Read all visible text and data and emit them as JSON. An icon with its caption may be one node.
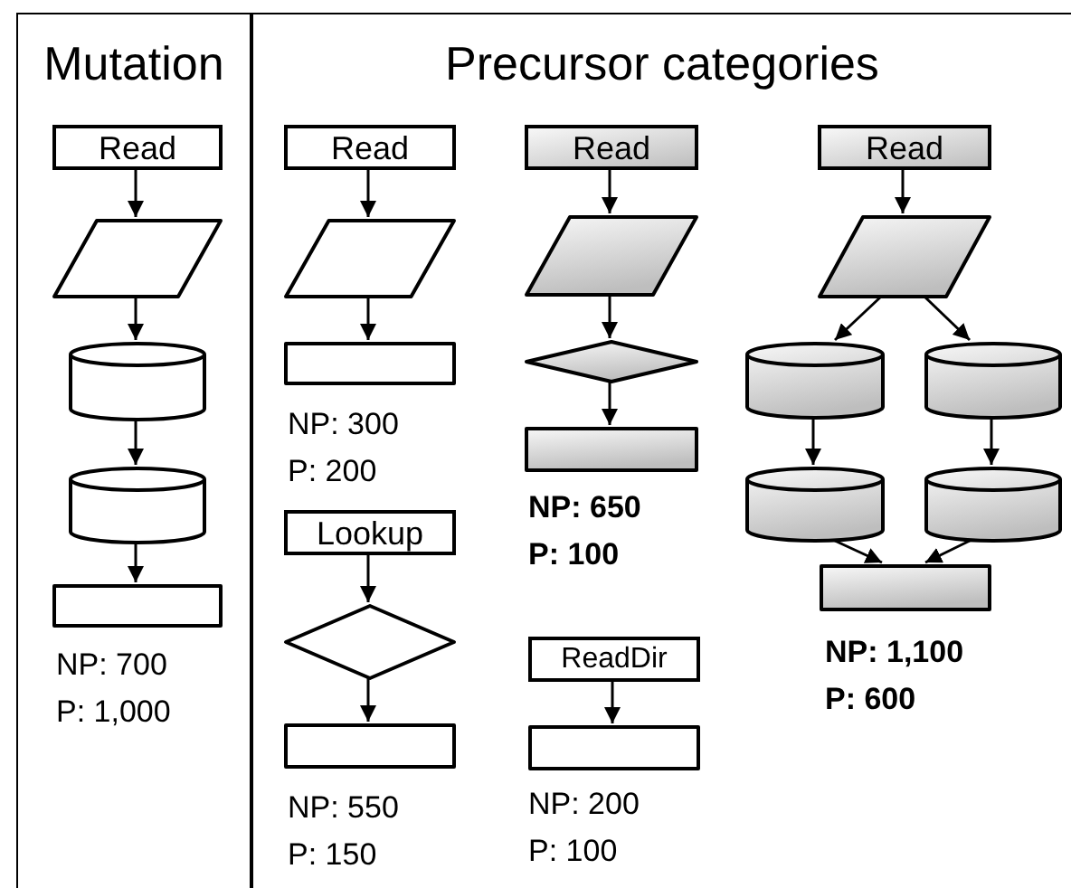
{
  "diagram": {
    "nodes": [
      {
        "text": [
          "Mutation"
        ]
      },
      {
        "text": [
          "Precursor categories"
        ]
      },
      {
        "text": [
          "Read"
        ],
        "in": 0
      },
      {
        "text": [],
        "shape": "parallelogram",
        "in": 0
      },
      {
        "text": [],
        "shape": "cylinder",
        "in": 0
      },
      {
        "text": [],
        "shape": "cylinder",
        "in": 0
      },
      {
        "text": [],
        "shape": "box",
        "in": 0,
        "beside": [
          "NP: 700",
          "P: 1,000"
        ]
      },
      {
        "text": [
          "Read"
        ],
        "in": 1
      },
      {
        "text": [],
        "shape": "parallelogram",
        "in": 1
      },
      {
        "text": [],
        "shape": "box",
        "in": 1,
        "beside": [
          "NP: 300",
          "P: 200"
        ]
      },
      {
        "text": [
          "Lookup"
        ],
        "in": 1
      },
      {
        "text": [],
        "shape": "diamond",
        "in": 1
      },
      {
        "text": [],
        "shape": "box",
        "in": 1,
        "beside": [
          "NP: 550",
          "P: 150"
        ]
      },
      {
        "text": [
          "Read"
        ],
        "in": 1
      },
      {
        "text": [],
        "shape": "parallelogram",
        "in": 1
      },
      {
        "text": [],
        "shape": "diamond",
        "in": 1
      },
      {
        "text": [],
        "shape": "box",
        "in": 1,
        "beside": [
          "NP: 650",
          "P: 100"
        ]
      },
      {
        "text": [
          "ReadDir"
        ],
        "in": 1
      },
      {
        "text": [],
        "shape": "box",
        "in": 1,
        "beside": [
          "NP: 200",
          "P: 100"
        ]
      },
      {
        "text": [
          "Read"
        ],
        "in": 1
      },
      {
        "text": [],
        "shape": "parallelogram",
        "in": 1
      },
      {
        "text": [],
        "shape": "cylinder",
        "in": 1
      },
      {
        "text": [],
        "shape": "cylinder",
        "in": 1
      },
      {
        "text": [],
        "shape": "cylinder",
        "in": 1
      },
      {
        "text": [],
        "shape": "cylinder",
        "in": 1
      },
      {
        "text": [],
        "shape": "box",
        "in": 1,
        "beside": [
          "NP: 1,100",
          "P: 600"
        ]
      }
    ],
    "edges": [
      {
        "from": 2,
        "to": 3,
        "arrow": "to"
      },
      {
        "from": 3,
        "to": 4,
        "arrow": "to"
      },
      {
        "from": 4,
        "to": 5,
        "arrow": "to"
      },
      {
        "from": 5,
        "to": 6,
        "arrow": "to"
      },
      {
        "from": 7,
        "to": 8,
        "arrow": "to"
      },
      {
        "from": 8,
        "to": 9,
        "arrow": "to"
      },
      {
        "from": 10,
        "to": 11,
        "arrow": "to"
      },
      {
        "from": 11,
        "to": 12,
        "arrow": "to"
      },
      {
        "from": 13,
        "to": 14,
        "arrow": "to"
      },
      {
        "from": 14,
        "to": 15,
        "arrow": "to"
      },
      {
        "from": 15,
        "to": 16,
        "arrow": "to"
      },
      {
        "from": 17,
        "to": 18,
        "arrow": "to"
      },
      {
        "from": 19,
        "to": 20,
        "arrow": "to"
      },
      {
        "from": 20,
        "to": 21,
        "arrow": "to"
      },
      {
        "from": 20,
        "to": 22,
        "arrow": "to"
      },
      {
        "from": 21,
        "to": 23,
        "arrow": "to"
      },
      {
        "from": 22,
        "to": 24,
        "arrow": "to"
      },
      {
        "from": 23,
        "to": 25,
        "arrow": "to"
      },
      {
        "from": 24,
        "to": 25,
        "arrow": "to"
      }
    ]
  }
}
